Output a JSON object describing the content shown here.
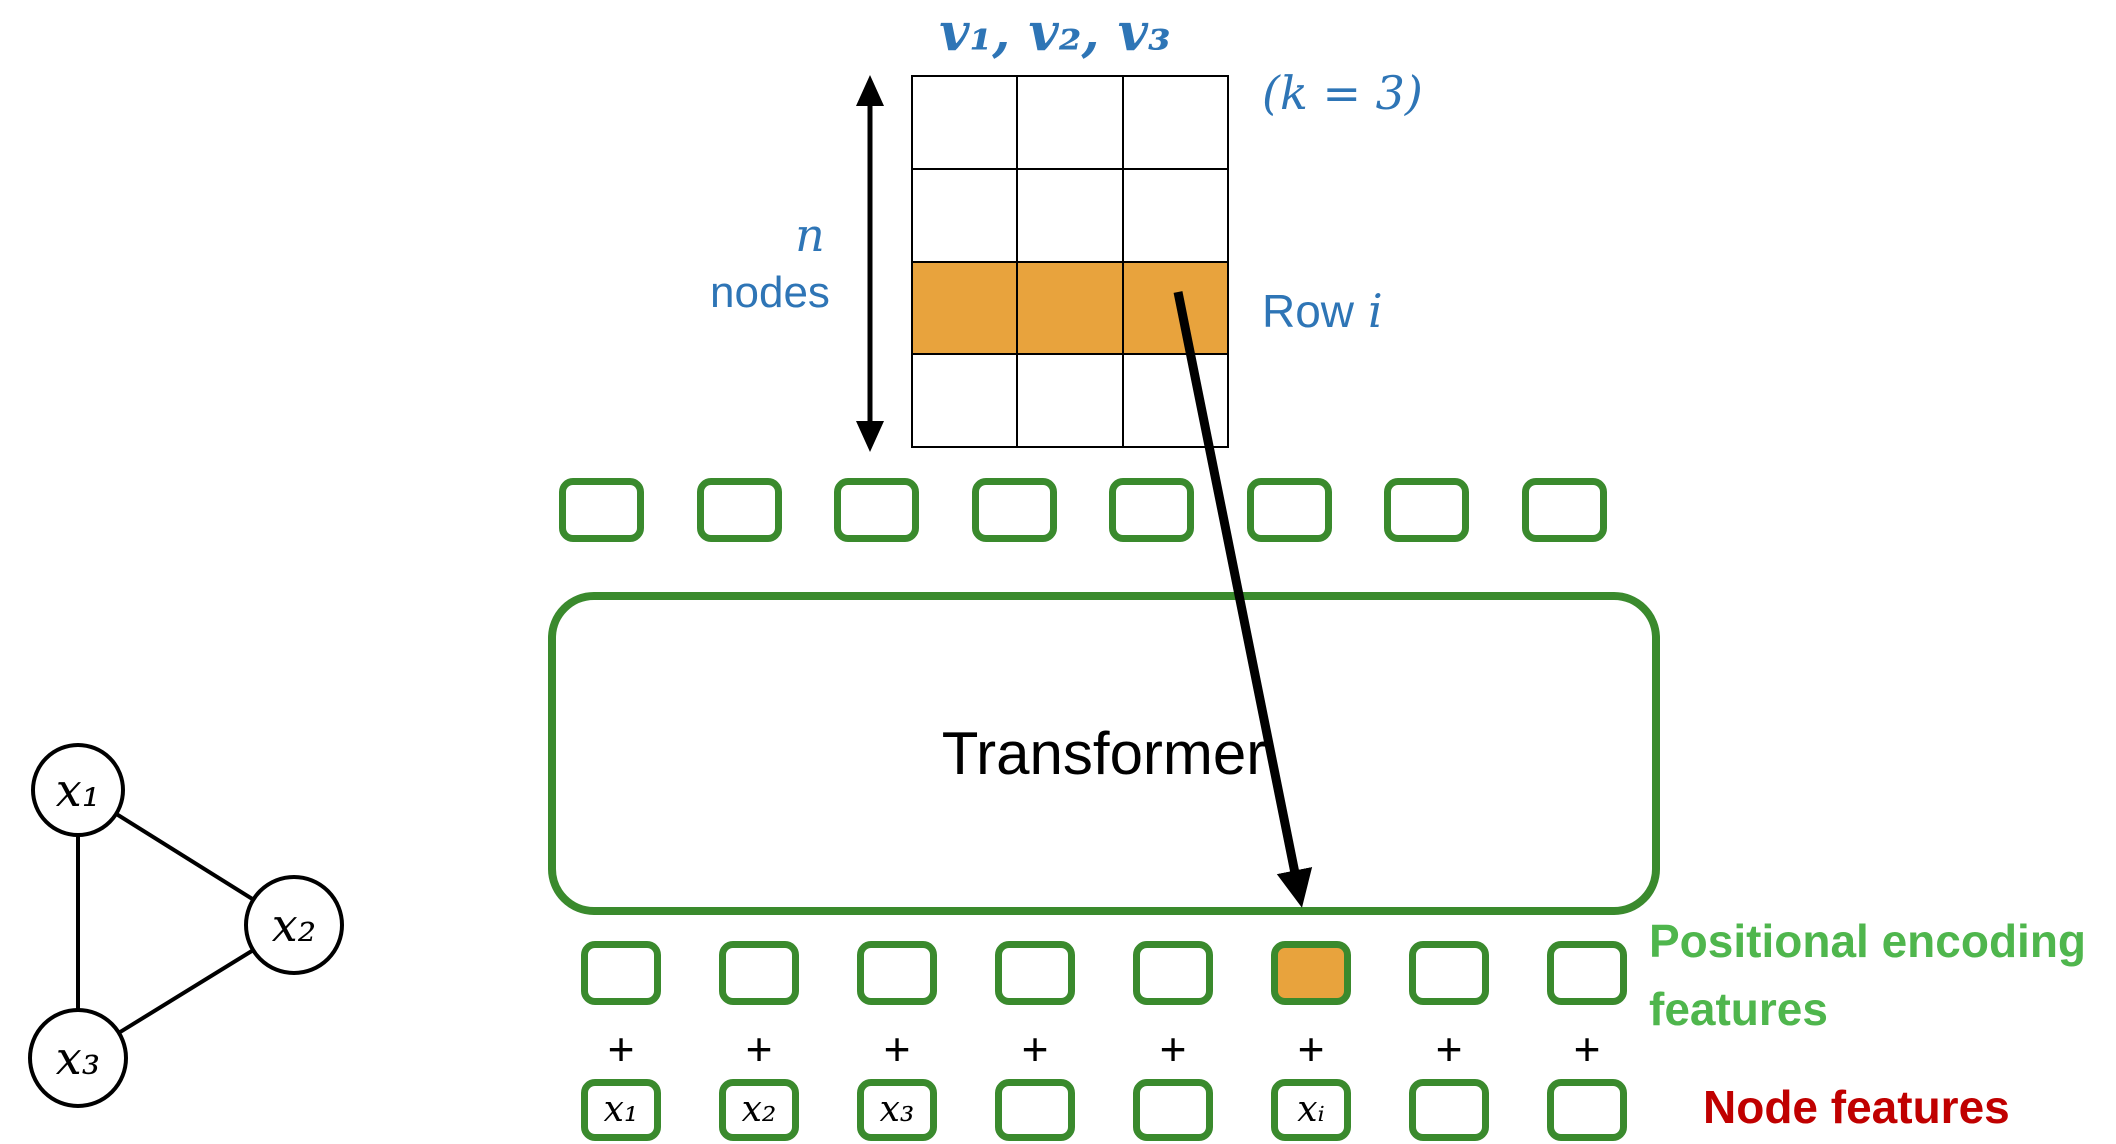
{
  "colors": {
    "blue": "#2E75B6",
    "green": "#3A8A2D",
    "light_green": "#4FB64D",
    "orange": "#E8A33D",
    "dark_red": "#C00000"
  },
  "matrix": {
    "title": "v₁, v₂, v₃",
    "k_label": "(k = 3)",
    "rows": 4,
    "cols": 3,
    "highlighted_row_index": 2,
    "row_pointer_text": "Row",
    "row_pointer_var": "i",
    "n_var": "n",
    "nodes_word": "nodes"
  },
  "transformer": {
    "label": "Transformer"
  },
  "output_embeddings": {
    "count": 8
  },
  "positional_encoding": {
    "count": 8,
    "highlighted_index": 5,
    "caption_line1": "Positional encoding",
    "caption_line2": "features"
  },
  "plus_signs": {
    "symbol": "+",
    "count": 8
  },
  "node_features": {
    "caption": "Node features",
    "labels": [
      "x₁",
      "x₂",
      "x₃",
      "",
      "",
      "xᵢ",
      "",
      ""
    ]
  },
  "graph": {
    "nodes": [
      {
        "label": "x₁"
      },
      {
        "label": "x₂"
      },
      {
        "label": "x₃"
      }
    ]
  }
}
